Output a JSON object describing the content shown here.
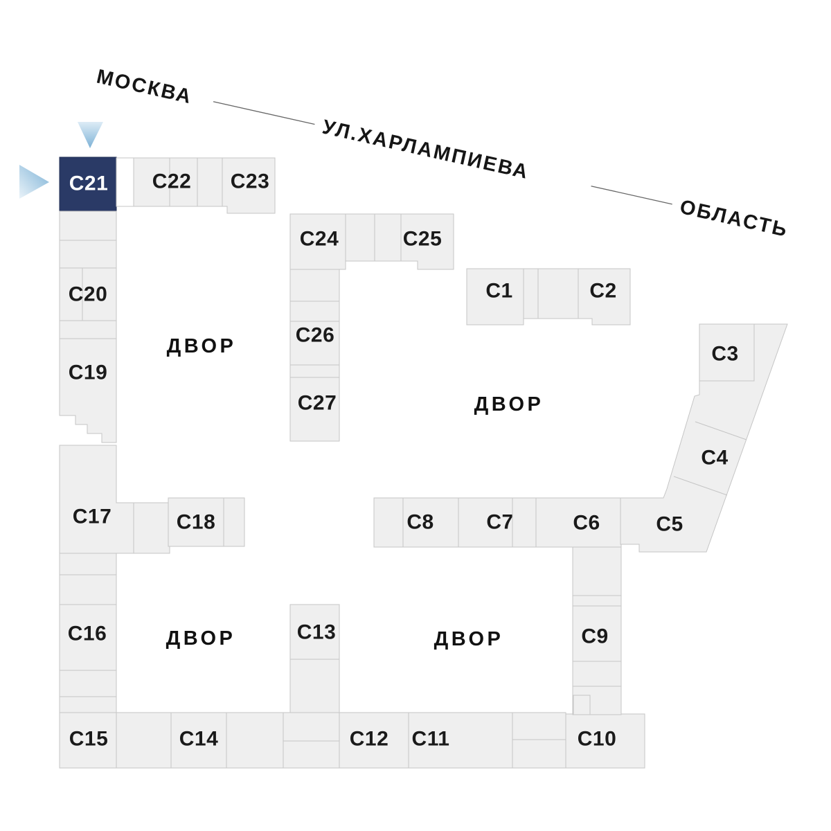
{
  "street": {
    "city_label": "МОСКВА",
    "street_label": "УЛ.ХАРЛАМПИЕВА",
    "region_label": "ОБЛАСТЬ"
  },
  "selected_building": {
    "id": "c21",
    "label": "С21"
  },
  "buildings": {
    "c1": {
      "label": "С1"
    },
    "c2": {
      "label": "С2"
    },
    "c3": {
      "label": "С3"
    },
    "c4": {
      "label": "С4"
    },
    "c5": {
      "label": "С5"
    },
    "c6": {
      "label": "С6"
    },
    "c7": {
      "label": "С7"
    },
    "c8": {
      "label": "С8"
    },
    "c9": {
      "label": "С9"
    },
    "c10": {
      "label": "С10"
    },
    "c11": {
      "label": "С11"
    },
    "c12": {
      "label": "С12"
    },
    "c13": {
      "label": "С13"
    },
    "c14": {
      "label": "С14"
    },
    "c15": {
      "label": "С15"
    },
    "c16": {
      "label": "С16"
    },
    "c17": {
      "label": "С17"
    },
    "c18": {
      "label": "С18"
    },
    "c19": {
      "label": "С19"
    },
    "c20": {
      "label": "С20"
    },
    "c21": {
      "label": "С21"
    },
    "c22": {
      "label": "С22"
    },
    "c23": {
      "label": "С23"
    },
    "c24": {
      "label": "С24"
    },
    "c25": {
      "label": "С25"
    },
    "c26": {
      "label": "С26"
    },
    "c27": {
      "label": "С27"
    }
  },
  "courtyards": [
    "ДВОР",
    "ДВОР",
    "ДВОР",
    "ДВОР"
  ],
  "colors": {
    "selected_fill": "#2a3a66",
    "selected_text": "#ffffff",
    "block_fill": "#efefef",
    "block_border": "#c5c5c5",
    "label_text": "#1a1a1a",
    "arrow_light": "#ddecf6",
    "arrow_dark": "#7db2d6"
  }
}
